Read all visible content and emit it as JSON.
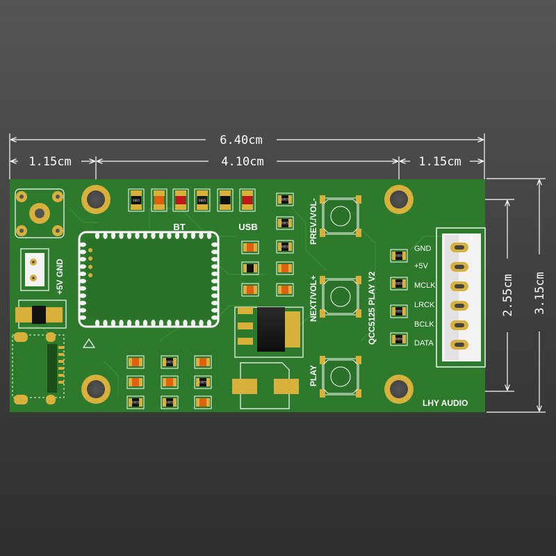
{
  "dimensions": {
    "total_width": "6.40cm",
    "left_offset": "1.15cm",
    "hole_spacing": "4.10cm",
    "right_offset": "1.15cm",
    "hole_vertical": "2.55cm",
    "total_height": "3.15cm"
  },
  "board": {
    "led_label_bt": "BT",
    "led_label_usb": "USB",
    "power_label": "+5V GND",
    "button_prev": "PREV./VOL-",
    "button_next": "NEXT/VOL+",
    "button_play": "PLAY",
    "model": "QCC5125 PLAY V2",
    "brand": "LHY AUDIO",
    "connector_pin1": "1",
    "pins": [
      "GND",
      "+5V",
      "MCLK",
      "LRCK",
      "BCLK",
      "DATA"
    ],
    "resistor_code": "0805"
  },
  "colors": {
    "pcb": "#2d7a2c",
    "pad_gold": "#d8b03c",
    "background": "#4a4a4a"
  }
}
